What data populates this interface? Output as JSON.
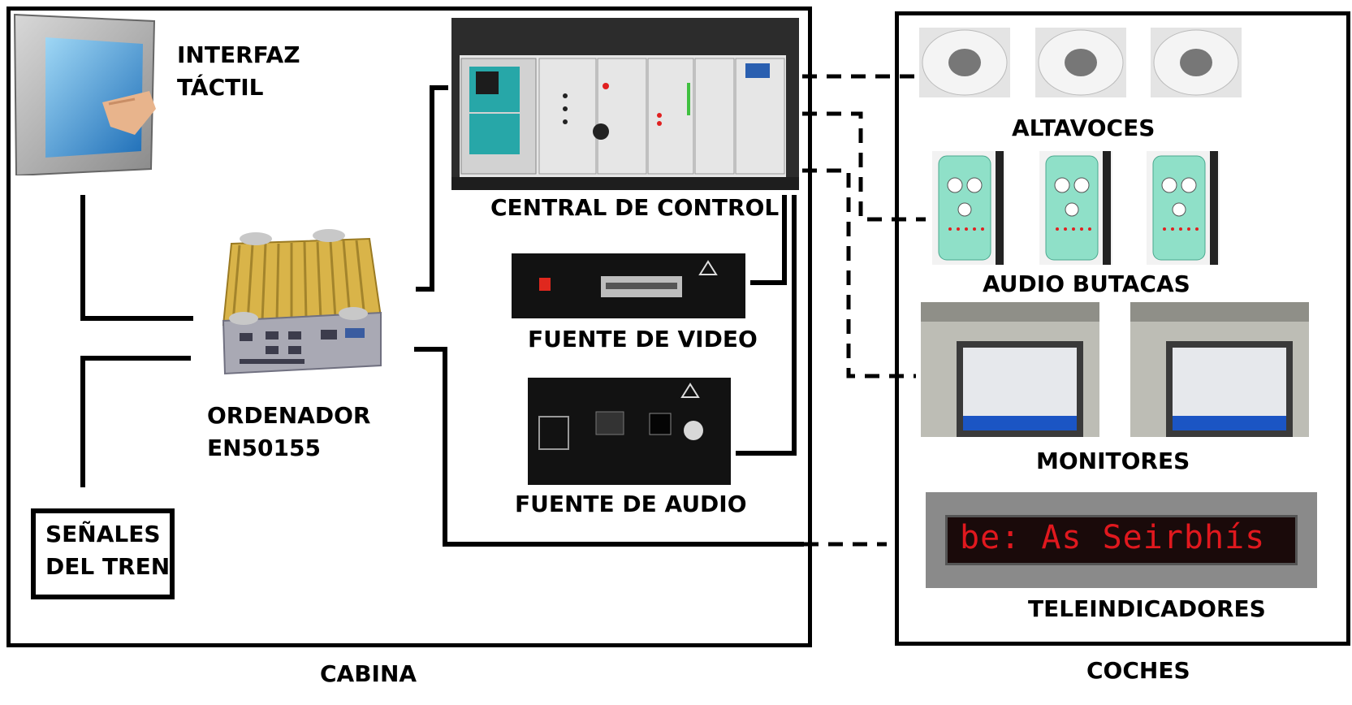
{
  "components": {
    "interfaz_tactil": "INTERFAZ\nTÁCTIL",
    "ordenador": "ORDENADOR\nEN50155",
    "senales_del_tren": "SEÑALES\nDEL TREN",
    "central_de_control": "CENTRAL DE CONTROL",
    "fuente_de_video": "FUENTE DE VIDEO",
    "fuente_de_audio": "FUENTE DE AUDIO",
    "altavoces": "ALTAVOCES",
    "audio_butacas": "AUDIO BUTACAS",
    "monitores": "MONITORES",
    "teleindicadores": "TELEINDICADORES"
  },
  "led_display_text": "be: As Seirbhís",
  "zones": {
    "cabina": "CABINA",
    "coches": "COCHES"
  },
  "colors": {
    "line": "#000000",
    "led_text": "#e0181e",
    "panel_teal": "#27a7a8",
    "remote_green": "#8fe0c8",
    "monitor_blue": "#1b55c4",
    "computer_gold": "#d9b449"
  }
}
